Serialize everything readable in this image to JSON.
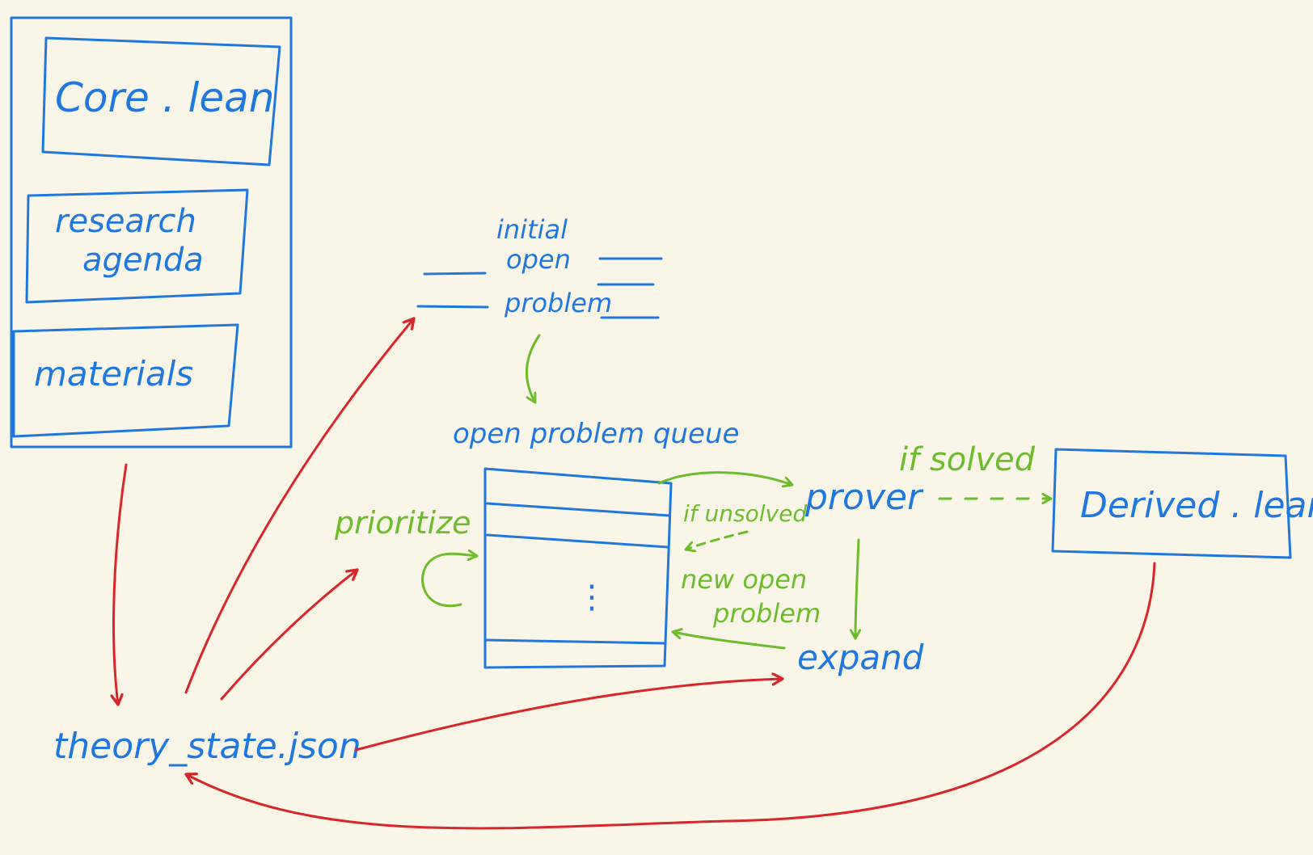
{
  "inputs": {
    "core": "Core . lean",
    "agenda_line1": "research",
    "agenda_line2": "agenda",
    "materials": "materials"
  },
  "initial_problem": {
    "line1": "initial",
    "line2": "open",
    "line3": "problem"
  },
  "queue": {
    "title": "open problem queue",
    "ellipsis": "⋮"
  },
  "prioritize": "prioritize",
  "prover": "prover",
  "if_solved": "if solved",
  "if_unsolved": "if unsolved",
  "new_open_line1": "new open",
  "new_open_line2": "problem",
  "expand": "expand",
  "derived": "Derived . lean",
  "theory_state": "theory_state.json",
  "colors": {
    "background": "#f9f6e8",
    "blue": "#1f78e0",
    "green": "#6cbc2c",
    "red": "#d8262a"
  }
}
